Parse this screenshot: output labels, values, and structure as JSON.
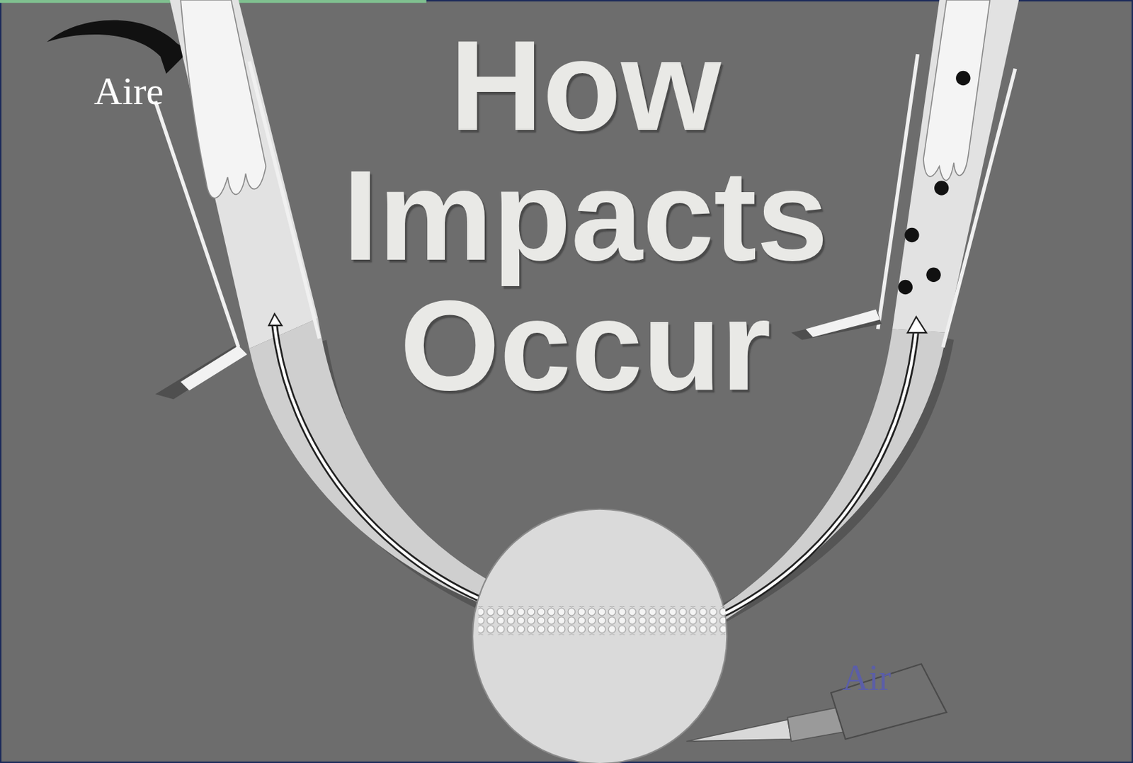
{
  "diagram": {
    "title": "How Impacts Occur",
    "labels": [
      "Aire",
      "Air"
    ]
  }
}
